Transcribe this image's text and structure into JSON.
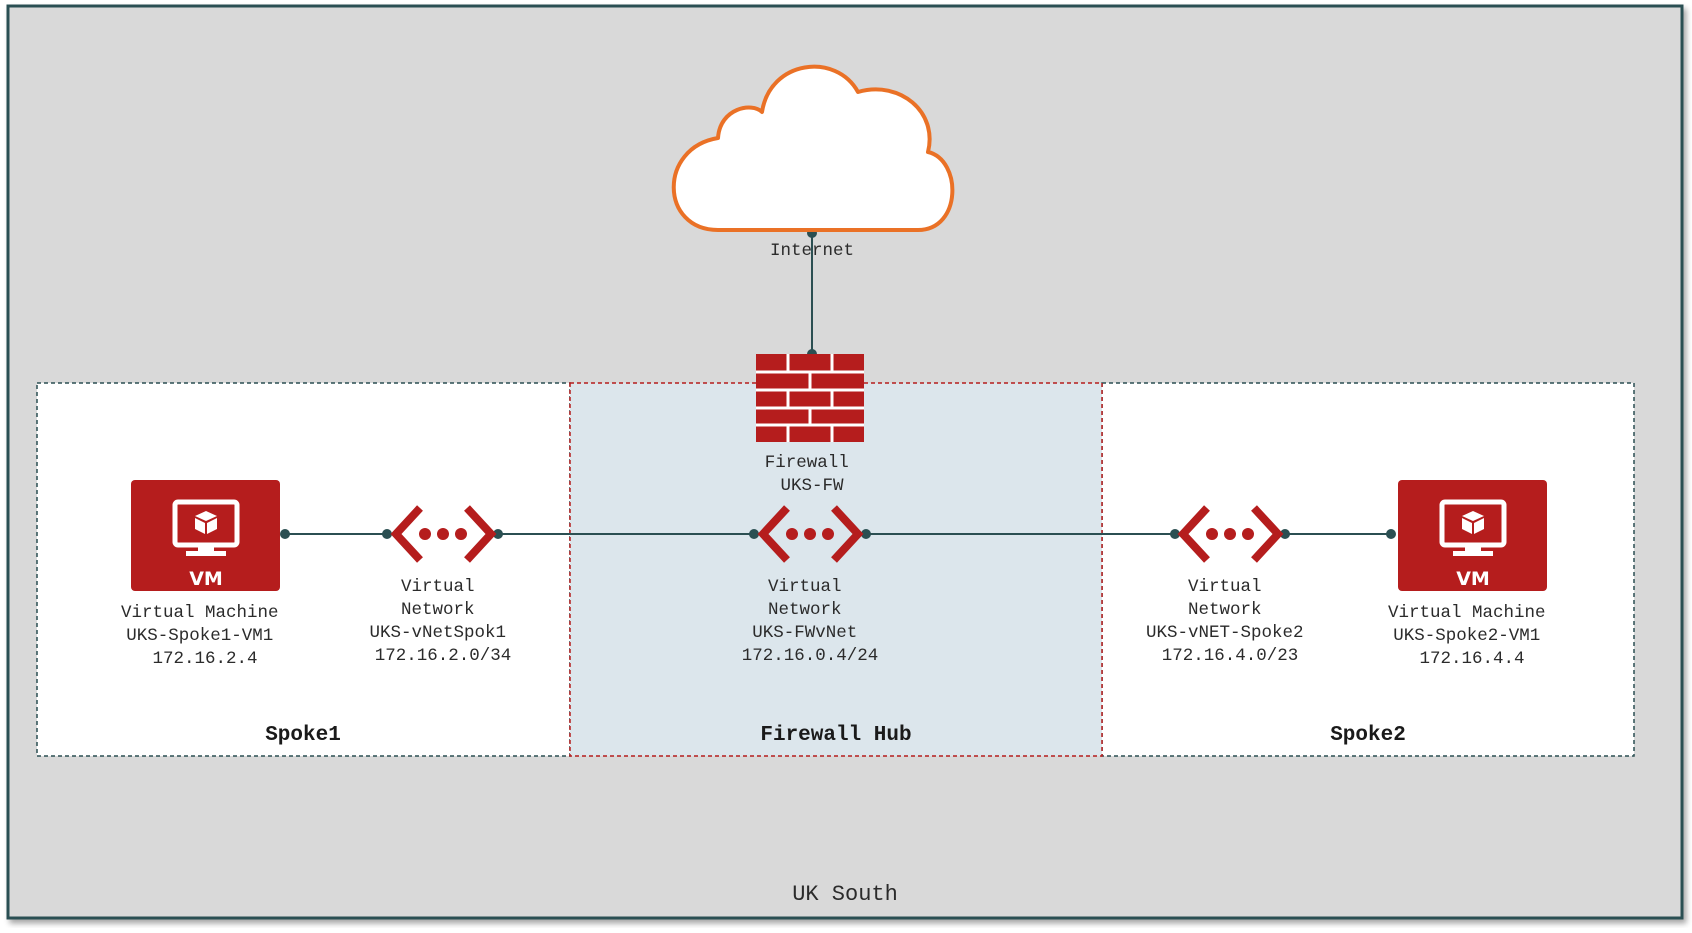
{
  "region": {
    "label": "UK South"
  },
  "internet": {
    "label": "Internet"
  },
  "firewall": {
    "lines": [
      "Firewall",
      "UKS-FW"
    ]
  },
  "zones": {
    "spoke1": {
      "title": "Spoke1"
    },
    "hub": {
      "title": "Firewall Hub"
    },
    "spoke2": {
      "title": "Spoke2"
    }
  },
  "nodes": {
    "vm1": {
      "badge": "VM",
      "lines": [
        "Virtual Machine",
        "UKS-Spoke1-VM1",
        "172.16.2.4"
      ]
    },
    "vnet1": {
      "lines": [
        "Virtual",
        "Network",
        "UKS-vNetSpok1",
        "172.16.2.0/34"
      ]
    },
    "vnetHub": {
      "lines": [
        "Virtual",
        "Network",
        "UKS-FWvNet",
        "172.16.0.4/24"
      ]
    },
    "vnet2": {
      "lines": [
        "Virtual",
        "Network",
        "UKS-vNET-Spoke2",
        "172.16.4.0/23"
      ]
    },
    "vm2": {
      "badge": "VM",
      "lines": [
        "Virtual Machine",
        "UKS-Spoke2-VM1",
        "172.16.4.4"
      ]
    }
  },
  "colors": {
    "azure_red": "#b51d1d",
    "cloud_orange": "#ea7126",
    "connector": "#2b4f52",
    "hub_fill": "#dce6ec",
    "region_fill": "#d9d9d9",
    "region_border": "#2b4f52"
  },
  "icons": {
    "cloud": "cloud-icon",
    "firewall": "brick-wall-icon",
    "vnet": "virtual-network-icon",
    "vm": "monitor-cube-icon"
  }
}
